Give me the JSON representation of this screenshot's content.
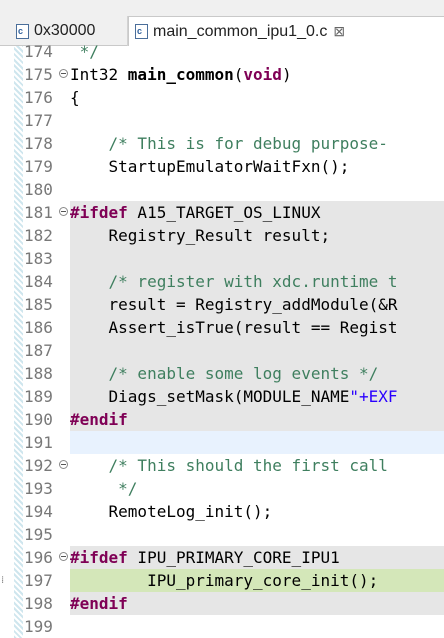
{
  "tabs": [
    {
      "label": "0x30000",
      "icon": "c-file-icon",
      "active": false
    },
    {
      "label": "main_common_ipu1_0.c",
      "icon": "c-file-icon",
      "active": true,
      "close": "⊠"
    }
  ],
  "colors": {
    "keyword": "#7f0055",
    "comment": "#3f7f5f",
    "string": "#2a00ff",
    "line_number": "#787878",
    "inactive_bg": "#e6e6e6",
    "highlight_bg": "#d4e7b9",
    "current_line_bg": "#e8f2fe"
  },
  "editor": {
    "lines": [
      {
        "num": "174",
        "segs": [
          {
            "t": " */",
            "c": "cm"
          }
        ]
      },
      {
        "num": "175",
        "fold": true,
        "segs": [
          {
            "t": "Int32 "
          },
          {
            "t": "main_common",
            "c": "fn"
          },
          {
            "t": "("
          },
          {
            "t": "void",
            "c": "kw"
          },
          {
            "t": ")"
          }
        ]
      },
      {
        "num": "176",
        "segs": [
          {
            "t": "{"
          }
        ]
      },
      {
        "num": "177",
        "segs": []
      },
      {
        "num": "178",
        "segs": [
          {
            "t": "    "
          },
          {
            "t": "/* This is for debug purpose-",
            "c": "cm"
          }
        ]
      },
      {
        "num": "179",
        "segs": [
          {
            "t": "    StartupEmulatorWaitFxn();"
          }
        ]
      },
      {
        "num": "180",
        "segs": []
      },
      {
        "num": "181",
        "fold": true,
        "bg": "inactive",
        "segs": [
          {
            "t": "#ifdef",
            "c": "pp"
          },
          {
            "t": " A15_TARGET_OS_LINUX"
          }
        ]
      },
      {
        "num": "182",
        "bg": "inactive",
        "segs": [
          {
            "t": "    Registry_Result result;"
          }
        ]
      },
      {
        "num": "183",
        "bg": "inactive",
        "segs": []
      },
      {
        "num": "184",
        "bg": "inactive",
        "segs": [
          {
            "t": "    "
          },
          {
            "t": "/* register with xdc.runtime t",
            "c": "cm"
          }
        ]
      },
      {
        "num": "185",
        "bg": "inactive",
        "segs": [
          {
            "t": "    result = Registry_addModule(&R"
          }
        ]
      },
      {
        "num": "186",
        "bg": "inactive",
        "segs": [
          {
            "t": "    Assert_isTrue(result == Regist"
          }
        ]
      },
      {
        "num": "187",
        "bg": "inactive",
        "segs": []
      },
      {
        "num": "188",
        "bg": "inactive",
        "segs": [
          {
            "t": "    "
          },
          {
            "t": "/* enable some log events */",
            "c": "cm"
          }
        ]
      },
      {
        "num": "189",
        "bg": "inactive",
        "segs": [
          {
            "t": "    Diags_setMask(MODULE_NAME"
          },
          {
            "t": "\"+EXF",
            "c": "str"
          }
        ]
      },
      {
        "num": "190",
        "bg": "inactive",
        "segs": [
          {
            "t": "#endif",
            "c": "pp"
          }
        ]
      },
      {
        "num": "191",
        "bg": "curline",
        "segs": []
      },
      {
        "num": "192",
        "fold": true,
        "segs": [
          {
            "t": "    "
          },
          {
            "t": "/* This should the first call",
            "c": "cm"
          }
        ]
      },
      {
        "num": "193",
        "segs": [
          {
            "t": "     */",
            "c": "cm"
          }
        ]
      },
      {
        "num": "194",
        "segs": [
          {
            "t": "    RemoteLog_init();"
          }
        ]
      },
      {
        "num": "195",
        "segs": []
      },
      {
        "num": "196",
        "fold": true,
        "bg": "inactive",
        "segs": [
          {
            "t": "#ifdef",
            "c": "pp"
          },
          {
            "t": " IPU_PRIMARY_CORE_IPU1"
          }
        ]
      },
      {
        "num": "197",
        "bg": "hl",
        "marker": "⁞",
        "segs": [
          {
            "t": "        IPU_primary_core_init();"
          }
        ]
      },
      {
        "num": "198",
        "bg": "inactive",
        "segs": [
          {
            "t": "#endif",
            "c": "pp"
          }
        ]
      },
      {
        "num": "199",
        "segs": []
      }
    ]
  }
}
